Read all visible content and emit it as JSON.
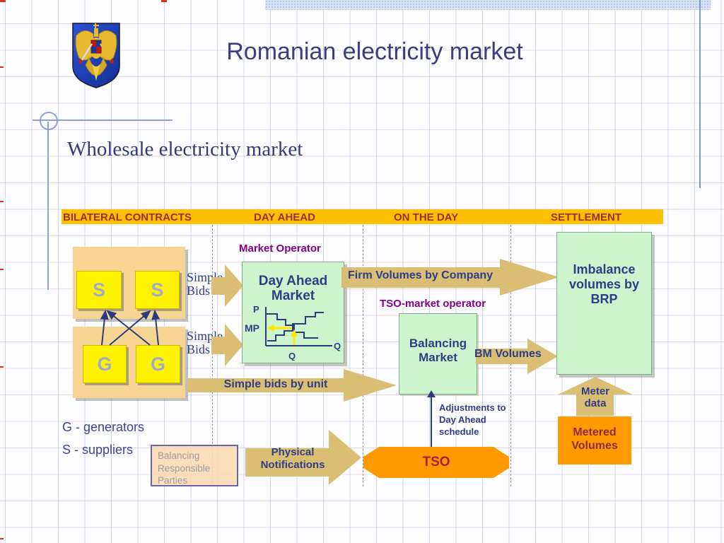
{
  "header": {
    "title": "Romanian electricity market",
    "subtitle": "Wholesale electricity market"
  },
  "phases": {
    "items": [
      "BILATERAL CONTRACTS",
      "DAY AHEAD",
      "ON THE DAY",
      "SETTLEMENT"
    ]
  },
  "participants": {
    "s1": "S",
    "s2": "S",
    "g1": "G",
    "g2": "G"
  },
  "boxes": {
    "market_operator_caption": "Market Operator",
    "day_ahead_market": "Day Ahead Market",
    "tso_market_operator_caption": "TSO-market operator",
    "balancing_market": "Balancing Market",
    "imbalance_volumes": "Imbalance volumes by BRP",
    "metered_volumes": "Metered Volumes",
    "tso": "TSO",
    "balancing_responsible_parties": "Balancing Responsible Parties"
  },
  "flows": {
    "simple_bids_top": "Simple Bids",
    "simple_bids_bottom": "Simple Bids",
    "firm_volumes": "Firm Volumes by Company",
    "bm_volumes": "BM Volumes",
    "simple_bids_by_unit": "Simple bids by unit",
    "adjustments": "Adjustments to Day Ahead schedule",
    "physical_notifications": "Physical Notifications",
    "meter_data": "Meter data"
  },
  "dam_chart": {
    "y_axis": "P",
    "price": "MP",
    "x_axis": "Q",
    "quantity": "Q"
  },
  "legend": {
    "generators": "G - generators",
    "suppliers": "S - suppliers"
  },
  "colors": {
    "band": "#FFC000",
    "arrow_tan": "#D9BE74",
    "green_box": "#CDF5CD",
    "orange": "#FF9900",
    "navy_text": "#2E3D85",
    "maroon_text": "#9A2F38",
    "purple_text": "#85008A",
    "yellow_node": "#FFF200"
  }
}
